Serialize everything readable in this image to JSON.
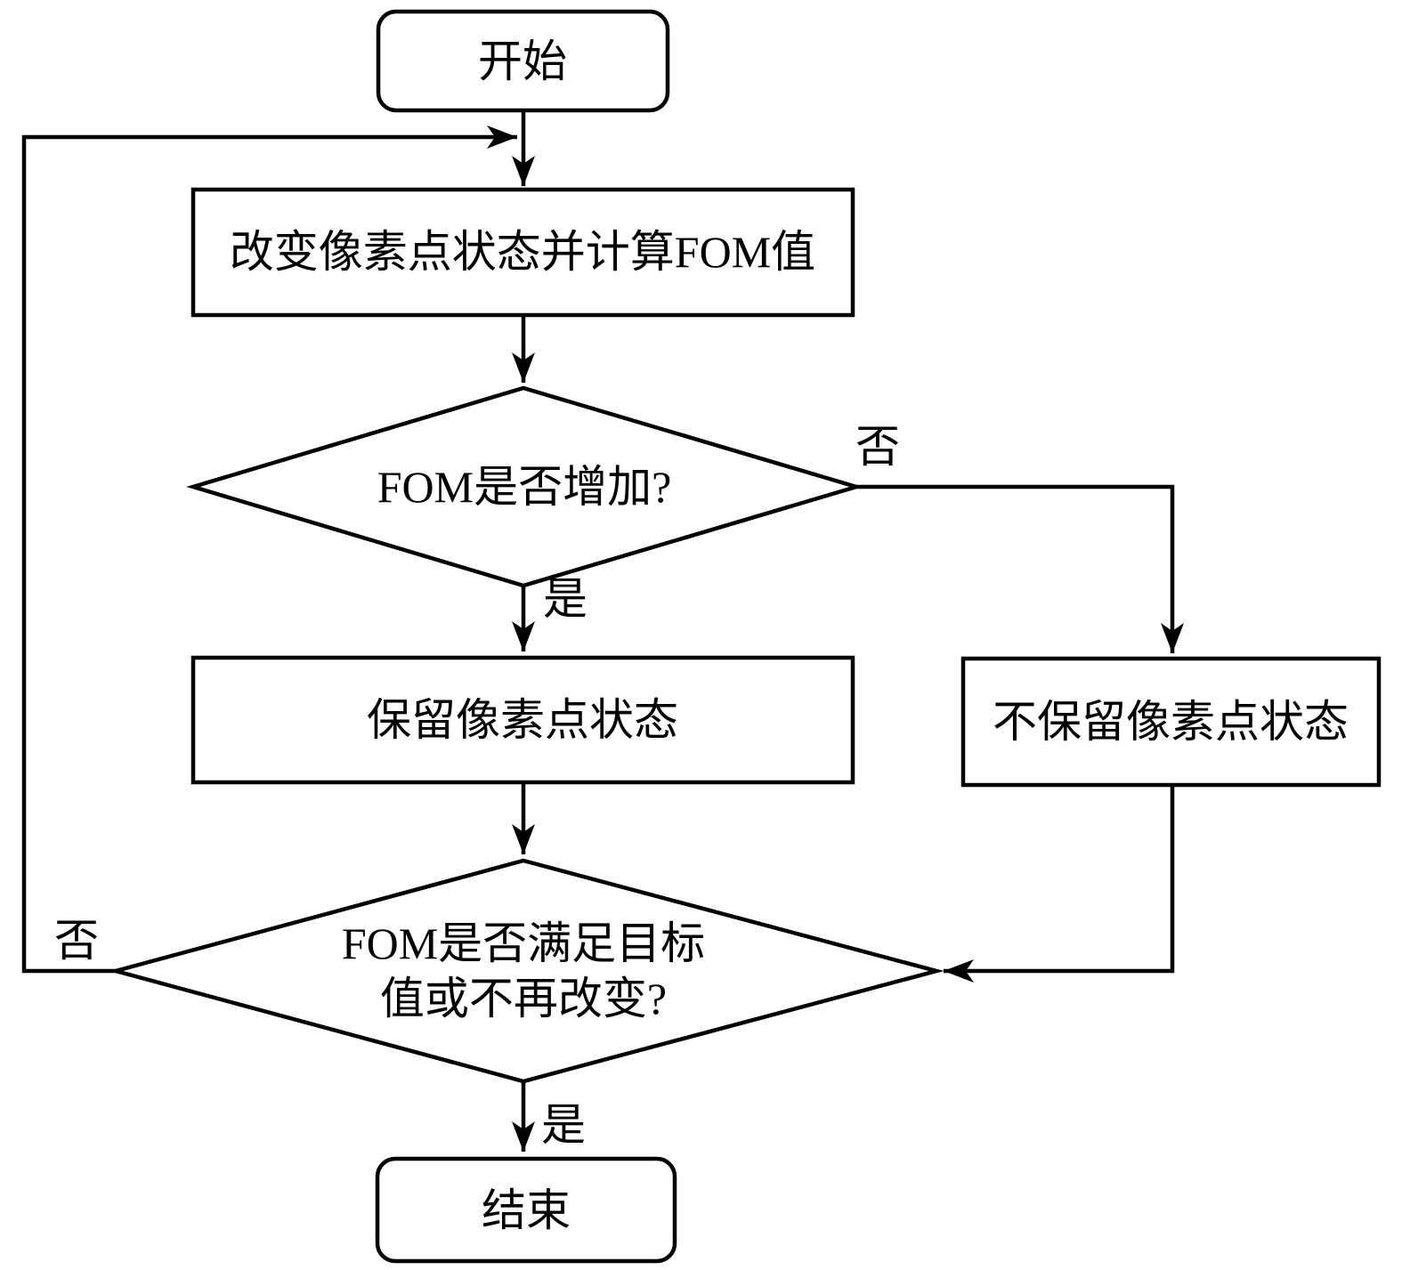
{
  "diagram": {
    "colors": {
      "background": "#ffffff",
      "line": "#000000",
      "text": "#000000",
      "node_fill": "#ffffff"
    },
    "nodes": {
      "start": {
        "type": "terminator",
        "label": "开始"
      },
      "change_pixel": {
        "type": "process",
        "label": "改变像素点状态并计算FOM值"
      },
      "fom_increase": {
        "type": "decision",
        "label": "FOM是否增加?"
      },
      "keep_state": {
        "type": "process",
        "label": "保留像素点状态"
      },
      "discard_state": {
        "type": "process",
        "label": "不保留像素点状态"
      },
      "fom_target": {
        "type": "decision",
        "label_line1": "FOM是否满足目标",
        "label_line2": "值或不再改变?"
      },
      "end": {
        "type": "terminator",
        "label": "结束"
      }
    },
    "edge_labels": {
      "fom_increase_no": "否",
      "fom_increase_yes": "是",
      "fom_target_no": "否",
      "fom_target_yes": "是"
    }
  }
}
